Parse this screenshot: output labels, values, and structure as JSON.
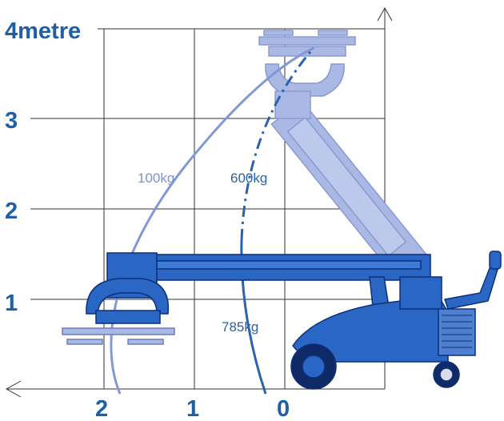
{
  "diagram": {
    "y_axis": {
      "unit_label": "4metre",
      "ticks": [
        "3",
        "2",
        "1"
      ]
    },
    "x_axis": {
      "ticks": [
        "2",
        "1",
        "0"
      ]
    },
    "curves": [
      {
        "label": "100kg",
        "color": "#7f93cf"
      },
      {
        "label": "600kg",
        "color": "#2a62ad"
      },
      {
        "label": "785kg",
        "color": "#2a62ad"
      }
    ],
    "colors": {
      "grid": "#333333",
      "machine_blue": "#2a66c4",
      "machine_dark": "#0d2f7a",
      "machine_light": "#aab8e4",
      "machine_light_stroke": "#8a9ad2",
      "axis_text": "#1f5fa6"
    }
  }
}
